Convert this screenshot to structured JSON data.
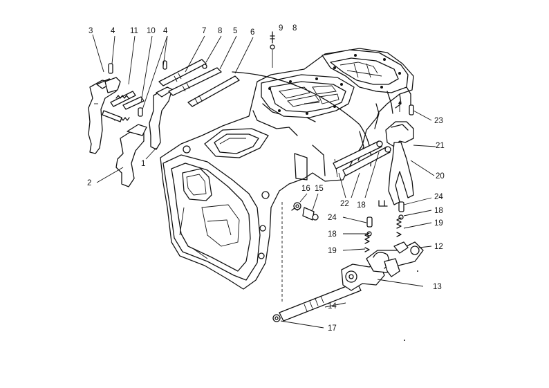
{
  "callouts": [
    "1",
    "2",
    "3",
    "4",
    "4",
    "5",
    "6",
    "7",
    "8",
    "8",
    "9",
    "10",
    "11",
    "12",
    "13",
    "14",
    "15",
    "16",
    "17",
    "18",
    "18",
    "18",
    "19",
    "19",
    "20",
    "21",
    "22",
    "23",
    "24",
    "24"
  ],
  "colors": {
    "ink": "#111111",
    "paper": "#ffffff"
  },
  "icons": [
    "transmission-housing",
    "shift-fork",
    "shift-rod",
    "spring",
    "detent-ball",
    "detent-pin",
    "selector-lever",
    "shift-shaft",
    "lock-nut"
  ]
}
